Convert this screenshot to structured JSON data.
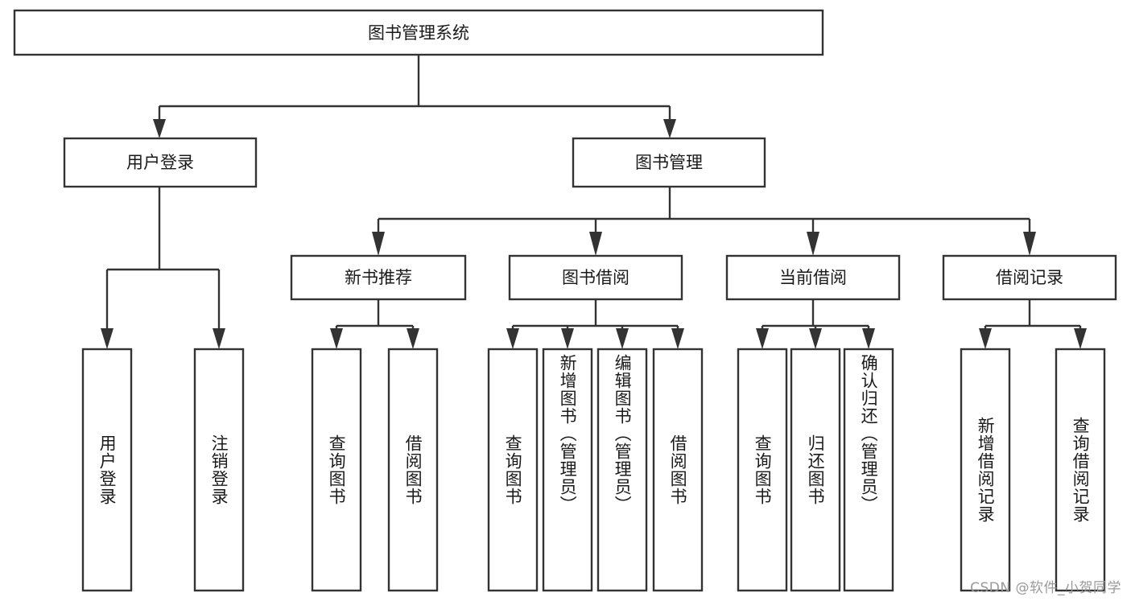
{
  "diagram": {
    "title": "图书管理系统",
    "type": "tree",
    "orientation": "top-down",
    "colors": {
      "box_stroke": "#333333",
      "box_fill": "#ffffff",
      "text": "#1a1a1a",
      "background": "#ffffff",
      "watermark": "#9a9a9a"
    },
    "levels": {
      "root_label": "图书管理系统",
      "level2": [
        {
          "label": "用户登录"
        },
        {
          "label": "图书管理"
        }
      ],
      "level3": [
        {
          "label": "新书推荐"
        },
        {
          "label": "图书借阅"
        },
        {
          "label": "当前借阅"
        },
        {
          "label": "借阅记录"
        }
      ]
    },
    "nodes": {
      "root": "图书管理系统",
      "user_login": "用户登录",
      "book_manage": "图书管理",
      "new_book_rec": "新书推荐",
      "book_borrow": "图书借阅",
      "current_borrow": "当前借阅",
      "borrow_record": "借阅记录",
      "leaf_user_login": "用户登录",
      "leaf_logout": "注销登录",
      "leaf_query_book_1": "查询图书",
      "leaf_borrow_book_1": "借阅图书",
      "leaf_query_book_2": "查询图书",
      "leaf_add_book_admin": "新增图书（管理员）",
      "leaf_edit_book_admin": "编辑图书（管理员）",
      "leaf_borrow_book_2": "借阅图书",
      "leaf_query_book_3": "查询图书",
      "leaf_return_book": "归还图书",
      "leaf_confirm_return_admin": "确认归还（管理员）",
      "leaf_add_record": "新增借阅记录",
      "leaf_query_record": "查询借阅记录"
    },
    "edges": [
      {
        "from": "图书管理系统",
        "to": "用户登录"
      },
      {
        "from": "图书管理系统",
        "to": "图书管理"
      },
      {
        "from": "用户登录",
        "to": "用户登录"
      },
      {
        "from": "用户登录",
        "to": "注销登录"
      },
      {
        "from": "图书管理",
        "to": "新书推荐"
      },
      {
        "from": "图书管理",
        "to": "图书借阅"
      },
      {
        "from": "图书管理",
        "to": "当前借阅"
      },
      {
        "from": "图书管理",
        "to": "借阅记录"
      },
      {
        "from": "新书推荐",
        "to": "查询图书"
      },
      {
        "from": "新书推荐",
        "to": "借阅图书"
      },
      {
        "from": "图书借阅",
        "to": "查询图书"
      },
      {
        "from": "图书借阅",
        "to": "新增图书（管理员）"
      },
      {
        "from": "图书借阅",
        "to": "编辑图书（管理员）"
      },
      {
        "from": "图书借阅",
        "to": "借阅图书"
      },
      {
        "from": "当前借阅",
        "to": "查询图书"
      },
      {
        "from": "当前借阅",
        "to": "归还图书"
      },
      {
        "from": "当前借阅",
        "to": "确认归还（管理员）"
      },
      {
        "from": "借阅记录",
        "to": "新增借阅记录"
      },
      {
        "from": "借阅记录",
        "to": "查询借阅记录"
      }
    ]
  },
  "watermark": {
    "text": "CSDN @软件_小贺同学"
  }
}
